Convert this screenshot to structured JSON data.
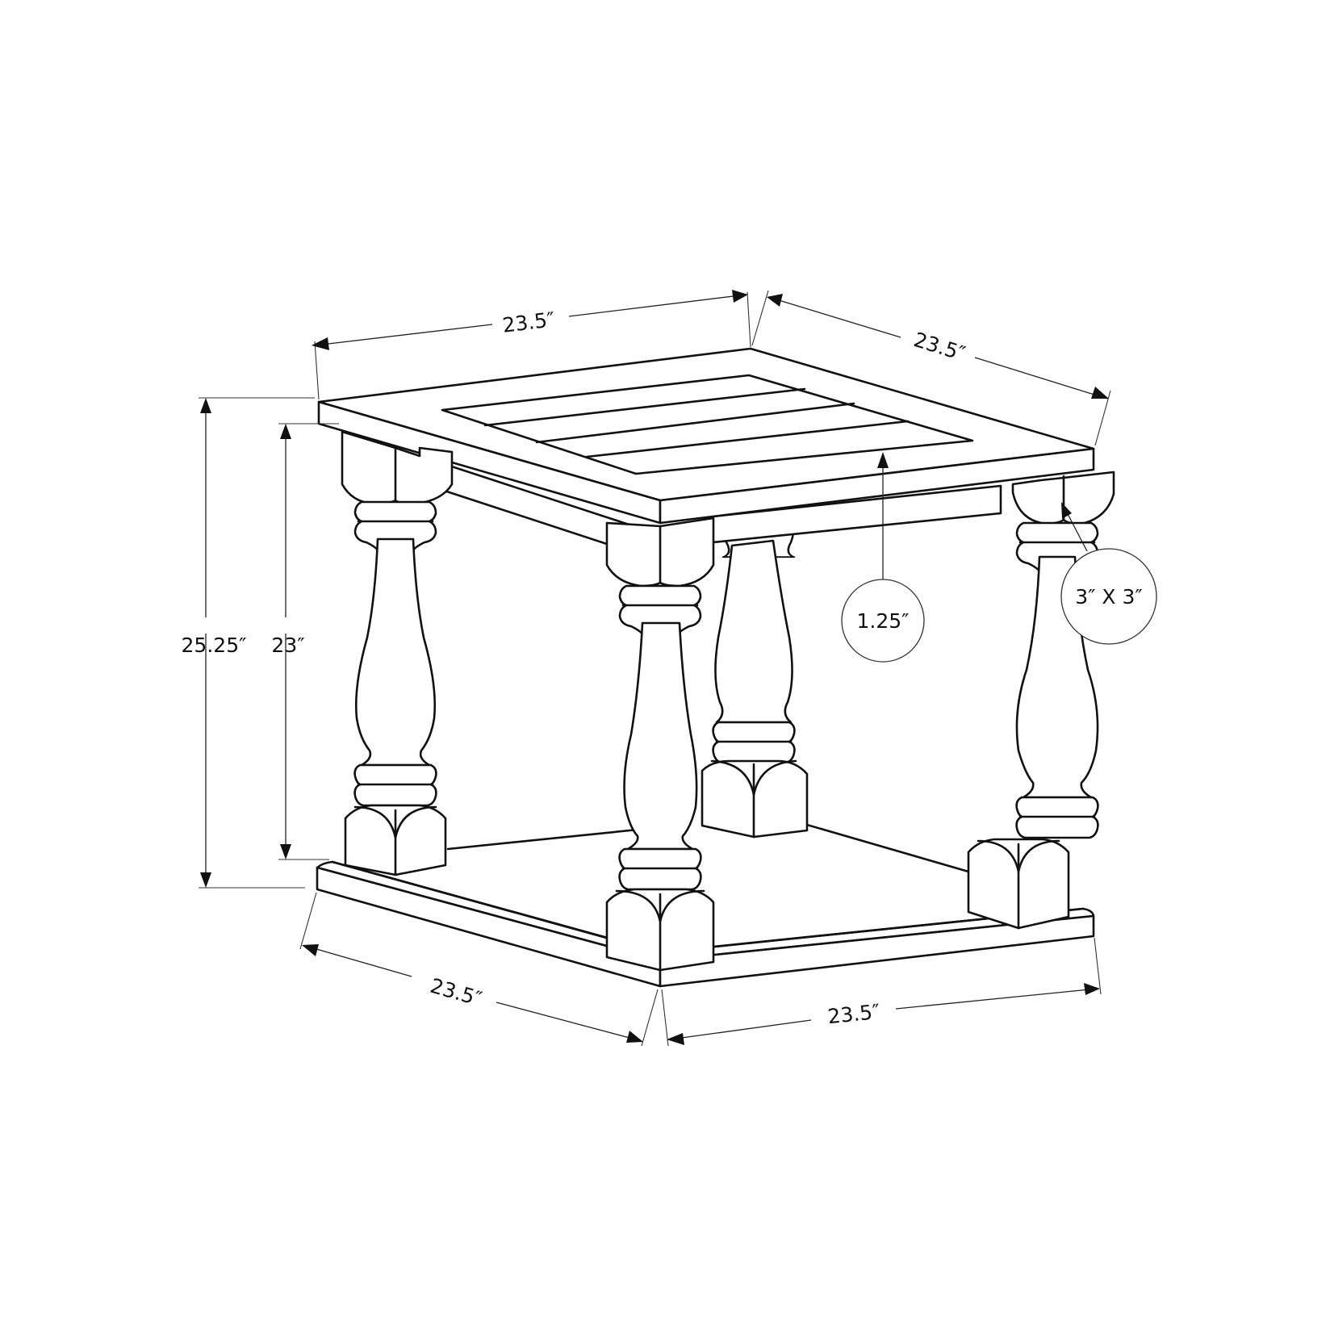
{
  "diagram": {
    "title": "End table dimension drawing",
    "subject": "Square end table with planked top, four turned baluster legs and a bottom shelf",
    "line_color": "#111111",
    "background": "#ffffff"
  },
  "dimensions": {
    "top_width_front_left": "23.5″",
    "top_depth_right": "23.5″",
    "overall_height": "25.25″",
    "shelf_to_top_height": "23″",
    "base_width_front_left": "23.5″",
    "base_width_front_right": "23.5″"
  },
  "callouts": {
    "top_thickness": "1.25″",
    "leg_size": "3″ X 3″"
  }
}
